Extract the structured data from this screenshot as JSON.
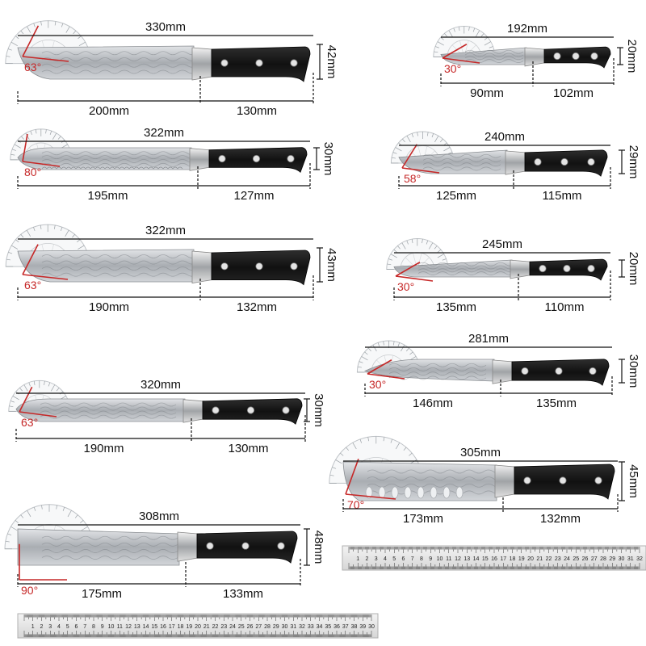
{
  "knives": [
    {
      "id": "chef-knife",
      "total": "330mm",
      "blade": "200mm",
      "handle": "130mm",
      "height": "42mm",
      "angle": "63°"
    },
    {
      "id": "paring-knife",
      "total": "192mm",
      "blade": "90mm",
      "handle": "102mm",
      "height": "20mm",
      "angle": "30°"
    },
    {
      "id": "bread-knife",
      "total": "322mm",
      "blade": "195mm",
      "handle": "127mm",
      "height": "30mm",
      "angle": "80°"
    },
    {
      "id": "utility-knife",
      "total": "240mm",
      "blade": "125mm",
      "handle": "115mm",
      "height": "29mm",
      "angle": "58°"
    },
    {
      "id": "chef-knife-wide",
      "total": "322mm",
      "blade": "190mm",
      "handle": "132mm",
      "height": "43mm",
      "angle": "63°"
    },
    {
      "id": "small-utility-knife",
      "total": "245mm",
      "blade": "135mm",
      "handle": "110mm",
      "height": "20mm",
      "angle": "30°"
    },
    {
      "id": "boning-knife",
      "total": "281mm",
      "blade": "146mm",
      "handle": "135mm",
      "height": "30mm",
      "angle": "30°"
    },
    {
      "id": "slicing-knife",
      "total": "320mm",
      "blade": "190mm",
      "handle": "130mm",
      "height": "30mm",
      "angle": "63°"
    },
    {
      "id": "santoku-knife",
      "total": "305mm",
      "blade": "173mm",
      "handle": "132mm",
      "height": "45mm",
      "angle": "70°"
    },
    {
      "id": "cleaver-knife",
      "total": "308mm",
      "blade": "175mm",
      "handle": "133mm",
      "height": "48mm",
      "angle": "90°"
    }
  ],
  "ruler_top_ticks": [
    "1",
    "2",
    "3",
    "4",
    "5",
    "6",
    "7",
    "8",
    "9",
    "10",
    "11",
    "12",
    "13",
    "14",
    "15",
    "16",
    "17",
    "18",
    "19",
    "20",
    "21",
    "22",
    "23",
    "24",
    "25",
    "26",
    "27",
    "28",
    "29",
    "30",
    "31",
    "32"
  ],
  "ruler_bottom_ticks": [
    "1",
    "2",
    "3",
    "4",
    "5",
    "6",
    "7",
    "8",
    "9",
    "10",
    "11",
    "12",
    "13",
    "14",
    "15",
    "16",
    "17",
    "18",
    "19",
    "20",
    "21",
    "22",
    "23",
    "24",
    "25",
    "26",
    "27",
    "28",
    "29",
    "30",
    "31",
    "32",
    "33",
    "34",
    "35",
    "36",
    "37",
    "38",
    "39",
    "30"
  ],
  "colors": {
    "angle": "#c62828",
    "handle": "#1b1b1b",
    "blade": "#b9bcc0",
    "dim": "#111111"
  }
}
